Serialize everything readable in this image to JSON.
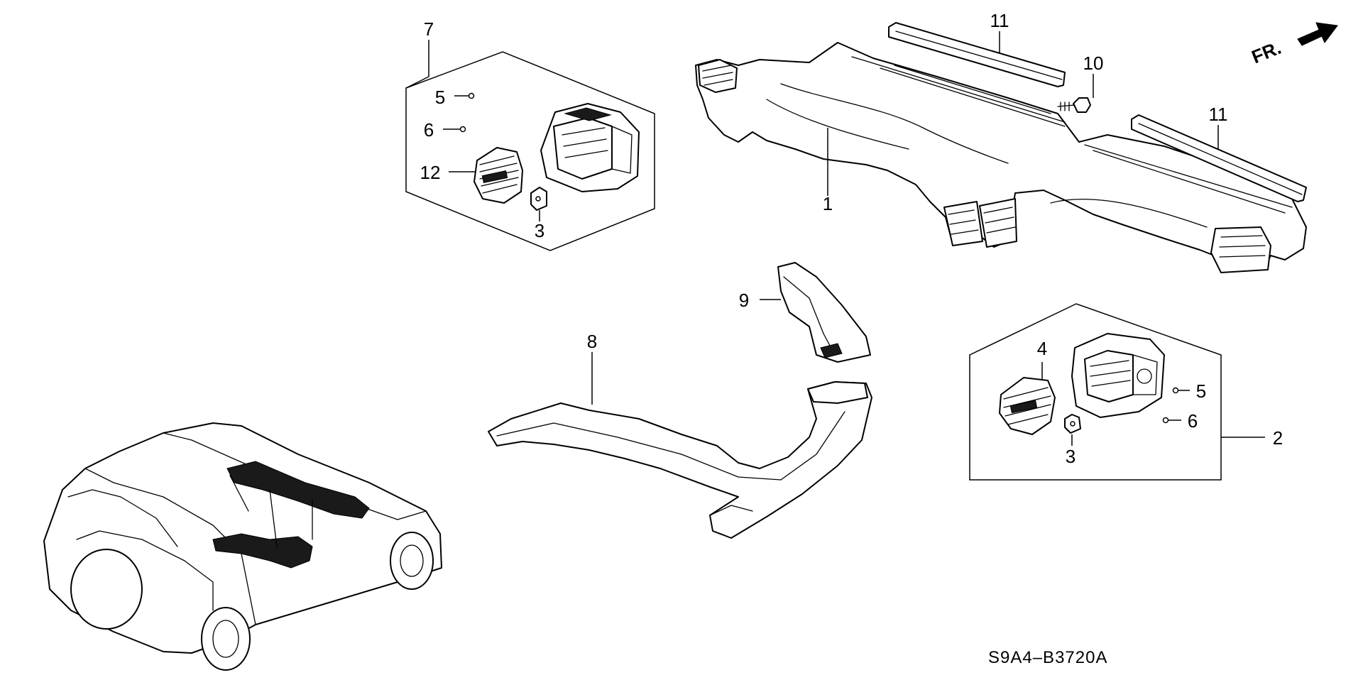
{
  "diagram": {
    "direction_label": "FR.",
    "code": "S9A4–B3720A",
    "callouts": [
      {
        "id": "c1",
        "label": "1"
      },
      {
        "id": "c2",
        "label": "2"
      },
      {
        "id": "c3a",
        "label": "3"
      },
      {
        "id": "c3b",
        "label": "3"
      },
      {
        "id": "c4",
        "label": "4"
      },
      {
        "id": "c5a",
        "label": "5"
      },
      {
        "id": "c5b",
        "label": "5"
      },
      {
        "id": "c6a",
        "label": "6"
      },
      {
        "id": "c6b",
        "label": "6"
      },
      {
        "id": "c7",
        "label": "7"
      },
      {
        "id": "c8",
        "label": "8"
      },
      {
        "id": "c9",
        "label": "9"
      },
      {
        "id": "c10",
        "label": "10"
      },
      {
        "id": "c11a",
        "label": "11"
      },
      {
        "id": "c11b",
        "label": "11"
      },
      {
        "id": "c12",
        "label": "12"
      }
    ]
  }
}
